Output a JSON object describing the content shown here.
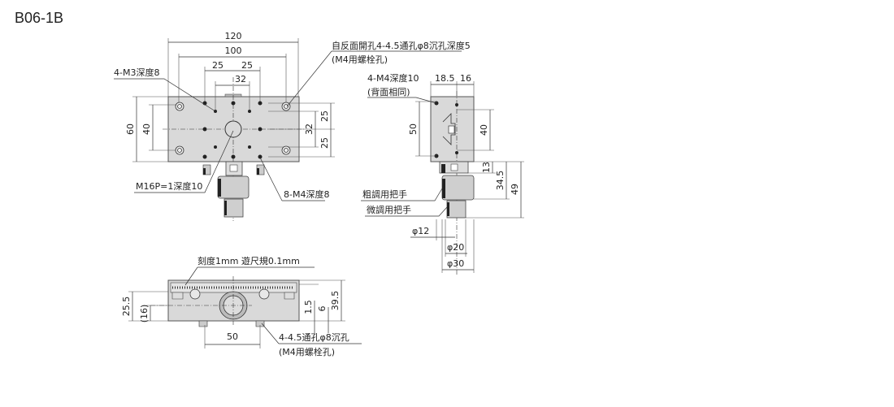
{
  "title": "B06-1B",
  "top_view": {
    "dims": {
      "w120": "120",
      "w100": "100",
      "s25a": "25",
      "s25b": "25",
      "s32": "32",
      "h60": "60",
      "h40": "40",
      "r32": "32",
      "r25a": "25",
      "r25b": "25"
    },
    "labels": {
      "m3": "4-M3深度8",
      "back_holes_1": "自反面開孔4-4.5通孔φ8沉孔深度5",
      "back_holes_2": "(M4用螺栓孔)",
      "m16": "M16P=1深度10",
      "m4": "8-M4深度8"
    }
  },
  "side_view": {
    "dims": {
      "d18_5": "18.5",
      "d16": "16",
      "h50": "50",
      "h40": "40",
      "v13": "13",
      "v34_5": "34.5",
      "v49": "49",
      "phi12": "φ12",
      "phi20": "φ20",
      "phi30": "φ30"
    },
    "labels": {
      "m4_1": "4-M4深度10",
      "m4_2": "(背面相同)",
      "coarse": "粗調用把手",
      "fine": "微調用把手"
    }
  },
  "front_view": {
    "dims": {
      "h25_5": "25.5",
      "h16": "(16)",
      "h39_5": "39.5",
      "h1_5": "1.5",
      "h6": "6",
      "w50": "50"
    },
    "labels": {
      "scale": "刻度1mm 遊尺規0.1mm",
      "holes_1": "4-4.5通孔φ8沉孔",
      "holes_2": "(M4用螺栓孔)"
    }
  }
}
